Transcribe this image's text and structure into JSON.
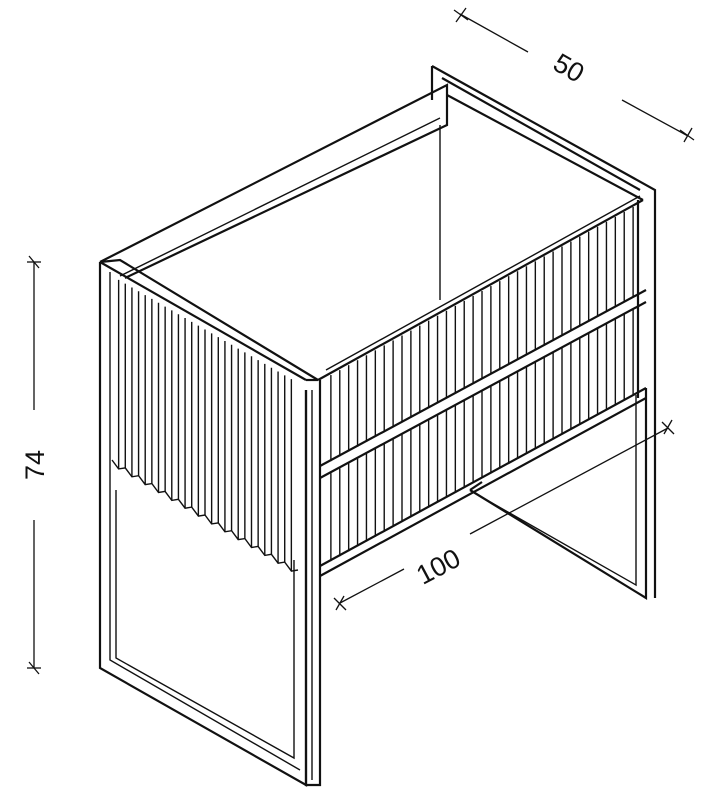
{
  "dimensions": {
    "width": "100",
    "depth": "50",
    "height": "74"
  },
  "colors": {
    "line": "#111111",
    "background": "#ffffff"
  }
}
